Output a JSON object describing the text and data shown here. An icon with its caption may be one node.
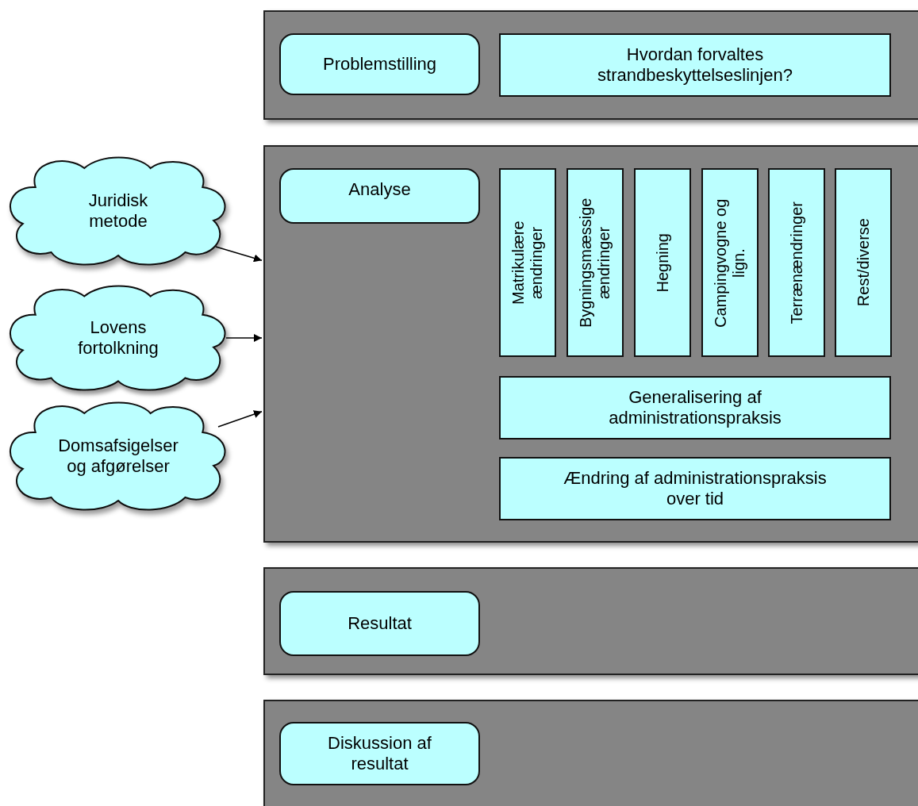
{
  "diagram": {
    "nodes": [
      {
        "text": [],
        "shape": "box"
      },
      {
        "text": [
          "Problemstilling"
        ],
        "in": 0
      },
      {
        "text": [
          "Hvordan forvaltes strandbeskyttelseslinjen?"
        ],
        "in": 0
      },
      {
        "text": [],
        "shape": "box"
      },
      {
        "text": [
          "Analyse"
        ],
        "in": 3
      },
      {
        "text": [
          "Matrikulære ændringer"
        ],
        "in": 3
      },
      {
        "text": [
          "Bygningsmæssige ændringer"
        ],
        "in": 3
      },
      {
        "text": [
          "Hegning"
        ],
        "in": 3
      },
      {
        "text": [
          "Campingvogne og lign."
        ],
        "in": 3
      },
      {
        "text": [
          "Terrænændringer"
        ],
        "in": 3
      },
      {
        "text": [
          "Rest/diverse"
        ],
        "in": 3
      },
      {
        "text": [
          "Generalisering af administrationspraksis"
        ],
        "in": 3
      },
      {
        "text": [
          "Ændring af administrationspraksis over tid"
        ],
        "in": 3
      },
      {
        "text": [],
        "shape": "box"
      },
      {
        "text": [
          "Resultat"
        ],
        "in": 13
      },
      {
        "text": [],
        "shape": "box"
      },
      {
        "text": [
          "Diskussion af resultat"
        ],
        "in": 15
      },
      {
        "text": [
          "Juridisk metode"
        ]
      },
      {
        "text": [
          "Lovens fortolkning"
        ]
      },
      {
        "text": [
          "Domsafsigelser og afgørelser"
        ]
      }
    ],
    "edges": [
      {
        "from": 17,
        "to": 3,
        "arrow": "to"
      },
      {
        "from": 18,
        "to": 3,
        "arrow": "to"
      },
      {
        "from": 19,
        "to": 3,
        "arrow": "to"
      }
    ]
  }
}
